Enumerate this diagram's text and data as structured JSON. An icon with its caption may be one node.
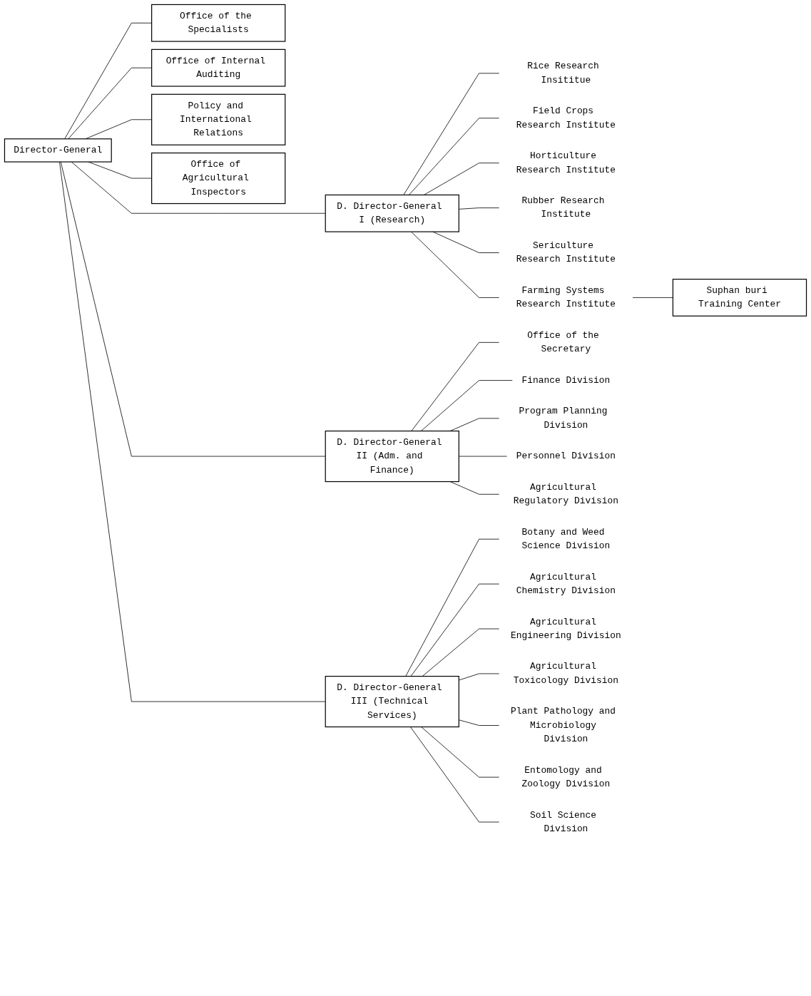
{
  "diagram": {
    "nodes": [
      {
        "text": [
          "Director-General"
        ]
      },
      {
        "text": [
          "Office of the Specialists"
        ]
      },
      {
        "text": [
          "Office of Internal Auditing"
        ]
      },
      {
        "text": [
          "Policy and International Relations"
        ]
      },
      {
        "text": [
          "Office of Agricultural Inspectors"
        ]
      },
      {
        "text": [
          "D. Director-General I (Research)"
        ]
      },
      {
        "text": [
          "D. Director-General II (Adm. and Finance)"
        ]
      },
      {
        "text": [
          "D. Director-General III (Technical Services)"
        ]
      },
      {
        "text": [
          "Rice Research Insititue"
        ]
      },
      {
        "text": [
          "Field Crops Research Institute"
        ]
      },
      {
        "text": [
          "Horticulture Research Institute"
        ]
      },
      {
        "text": [
          "Rubber Research Institute"
        ]
      },
      {
        "text": [
          "Sericulture Research Institute"
        ]
      },
      {
        "text": [
          "Farming Systems Research Institute"
        ]
      },
      {
        "text": [
          "Suphan buri Training Center"
        ]
      },
      {
        "text": [
          "Office of the Secretary"
        ]
      },
      {
        "text": [
          "Finance Division"
        ]
      },
      {
        "text": [
          "Program Planning Division"
        ]
      },
      {
        "text": [
          "Personnel Division"
        ]
      },
      {
        "text": [
          "Agricultural Regulatory Division"
        ]
      },
      {
        "text": [
          "Botany and Weed Science Division"
        ]
      },
      {
        "text": [
          "Agricultural Chemistry Division"
        ]
      },
      {
        "text": [
          "Agricultural Engineering Division"
        ]
      },
      {
        "text": [
          "Agricultural Toxicology Division"
        ]
      },
      {
        "text": [
          "Plant Pathology and Microbiology Division"
        ]
      },
      {
        "text": [
          "Entomology and Zoology Division"
        ]
      },
      {
        "text": [
          "Soil Science Division"
        ]
      }
    ],
    "edges": [
      {
        "from": 0,
        "to": 1,
        "arrow": "none"
      },
      {
        "from": 0,
        "to": 2,
        "arrow": "none"
      },
      {
        "from": 0,
        "to": 3,
        "arrow": "none"
      },
      {
        "from": 0,
        "to": 4,
        "arrow": "none"
      },
      {
        "from": 0,
        "to": 5,
        "arrow": "none"
      },
      {
        "from": 0,
        "to": 6,
        "arrow": "none"
      },
      {
        "from": 0,
        "to": 7,
        "arrow": "none"
      },
      {
        "from": 5,
        "to": 8,
        "arrow": "none"
      },
      {
        "from": 5,
        "to": 9,
        "arrow": "none"
      },
      {
        "from": 5,
        "to": 10,
        "arrow": "none"
      },
      {
        "from": 5,
        "to": 11,
        "arrow": "none"
      },
      {
        "from": 5,
        "to": 12,
        "arrow": "none"
      },
      {
        "from": 5,
        "to": 13,
        "arrow": "none"
      },
      {
        "from": 13,
        "to": 14,
        "arrow": "none"
      },
      {
        "from": 6,
        "to": 15,
        "arrow": "none"
      },
      {
        "from": 6,
        "to": 16,
        "arrow": "none"
      },
      {
        "from": 6,
        "to": 17,
        "arrow": "none"
      },
      {
        "from": 6,
        "to": 18,
        "arrow": "none"
      },
      {
        "from": 6,
        "to": 19,
        "arrow": "none"
      },
      {
        "from": 7,
        "to": 20,
        "arrow": "none"
      },
      {
        "from": 7,
        "to": 21,
        "arrow": "none"
      },
      {
        "from": 7,
        "to": 22,
        "arrow": "none"
      },
      {
        "from": 7,
        "to": 23,
        "arrow": "none"
      },
      {
        "from": 7,
        "to": 24,
        "arrow": "none"
      },
      {
        "from": 7,
        "to": 25,
        "arrow": "none"
      },
      {
        "from": 7,
        "to": 26,
        "arrow": "none"
      }
    ]
  }
}
